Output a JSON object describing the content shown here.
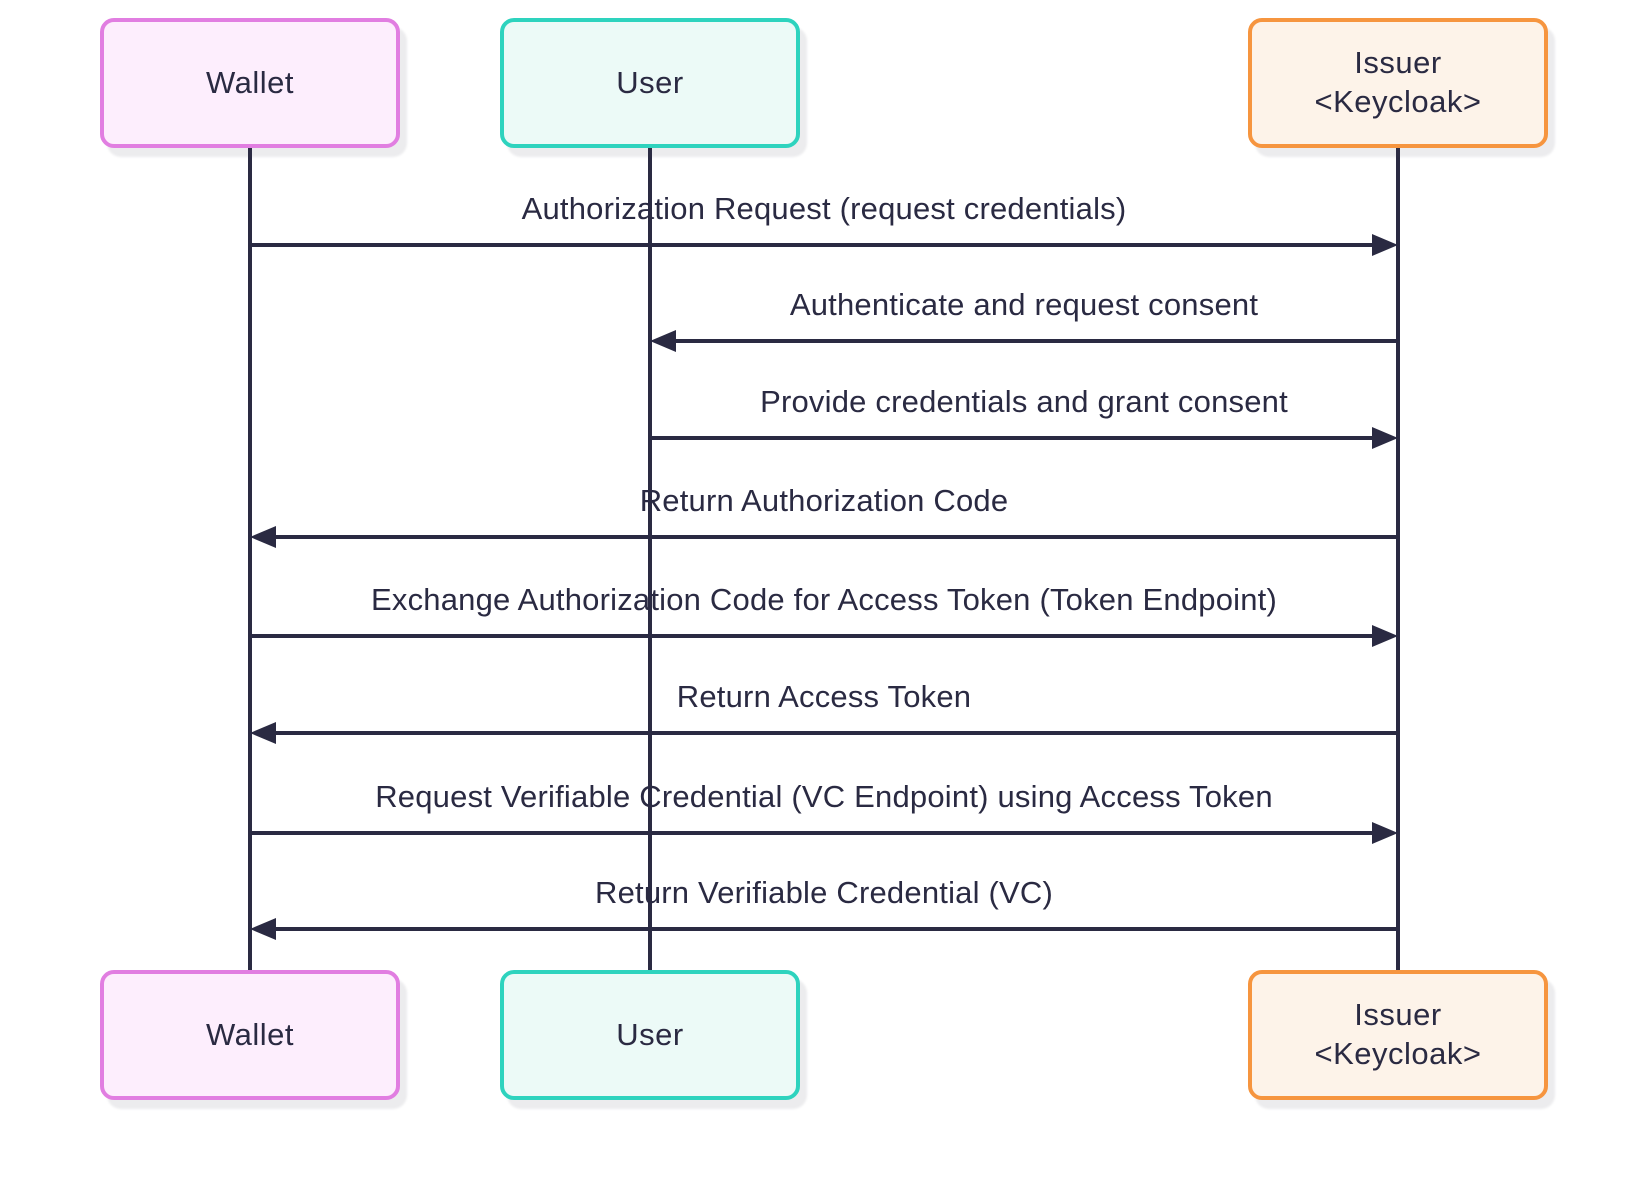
{
  "diagram": {
    "type": "sequence-diagram",
    "background_color": "#ffffff",
    "line_color": "#2a2a42",
    "text_color": "#2a2a42"
  },
  "actors": [
    {
      "id": "wallet",
      "label": "Wallet",
      "fill": "#fdeefd",
      "stroke": "#e17ee1"
    },
    {
      "id": "user",
      "label": "User",
      "fill": "#ecfaf7",
      "stroke": "#2ed3be"
    },
    {
      "id": "issuer",
      "label": "Issuer\n<Keycloak>",
      "fill": "#fdf3e9",
      "stroke": "#f6953f"
    }
  ],
  "messages": [
    {
      "from": "wallet",
      "to": "issuer",
      "label": "Authorization Request (request credentials)"
    },
    {
      "from": "issuer",
      "to": "user",
      "label": "Authenticate and request consent"
    },
    {
      "from": "user",
      "to": "issuer",
      "label": "Provide credentials and grant consent"
    },
    {
      "from": "issuer",
      "to": "wallet",
      "label": "Return Authorization Code"
    },
    {
      "from": "wallet",
      "to": "issuer",
      "label": "Exchange Authorization Code for Access Token (Token Endpoint)"
    },
    {
      "from": "issuer",
      "to": "wallet",
      "label": "Return Access Token"
    },
    {
      "from": "wallet",
      "to": "issuer",
      "label": "Request Verifiable Credential (VC Endpoint) using Access Token"
    },
    {
      "from": "issuer",
      "to": "wallet",
      "label": "Return Verifiable Credential (VC)"
    }
  ]
}
